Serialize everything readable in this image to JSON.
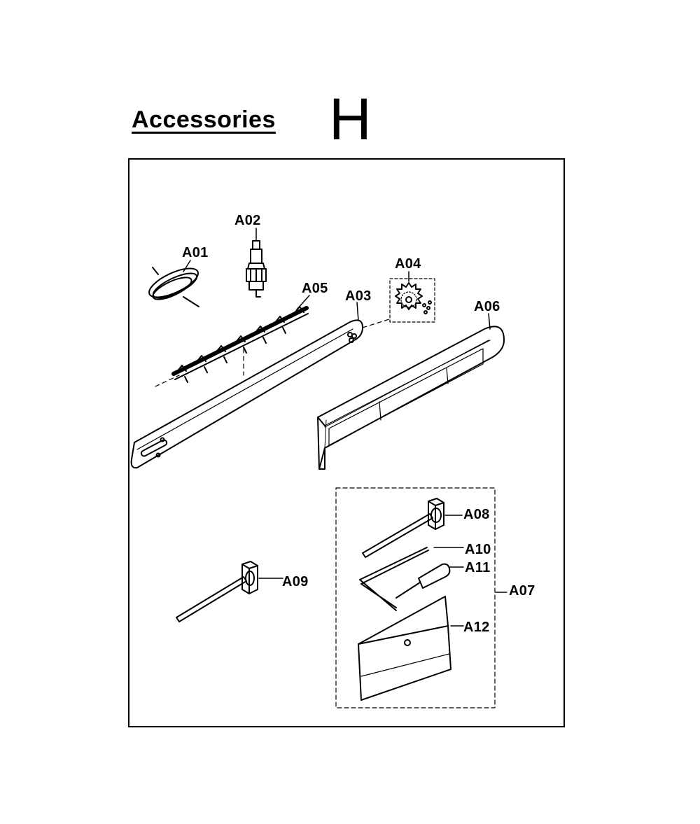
{
  "header": {
    "title": "Accessories",
    "section_letter": "H"
  },
  "parts": [
    {
      "id": "A01",
      "name": "trimmer-line"
    },
    {
      "id": "A02",
      "name": "spark-plug"
    },
    {
      "id": "A03",
      "name": "guide-bar"
    },
    {
      "id": "A04",
      "name": "sprocket-kit"
    },
    {
      "id": "A05",
      "name": "saw-chain"
    },
    {
      "id": "A06",
      "name": "bar-cover"
    },
    {
      "id": "A07",
      "name": "tool-kit"
    },
    {
      "id": "A08",
      "name": "combination-wrench"
    },
    {
      "id": "A09",
      "name": "spark-plug-wrench"
    },
    {
      "id": "A10",
      "name": "hex-key"
    },
    {
      "id": "A11",
      "name": "screwdriver"
    },
    {
      "id": "A12",
      "name": "tool-pouch"
    }
  ]
}
